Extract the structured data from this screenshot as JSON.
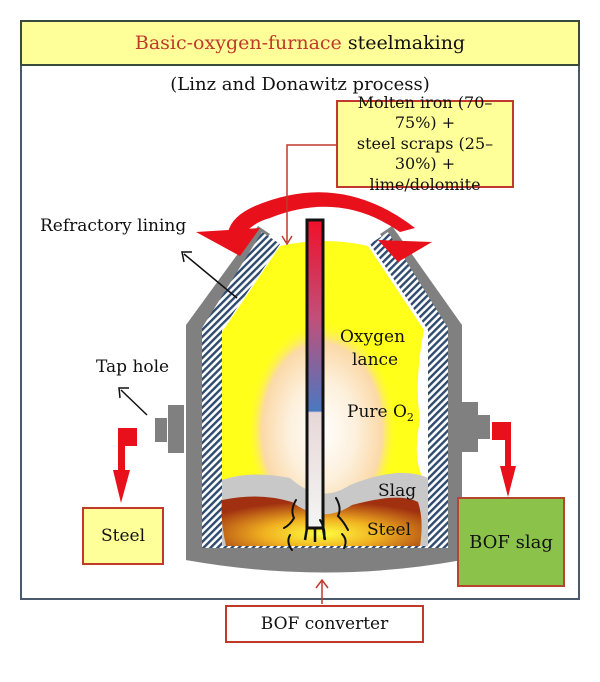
{
  "title": {
    "accent": "Basic-oxygen-furnace",
    "rest": "steelmaking"
  },
  "subtitle": "(Linz and Donawitz process)",
  "inputs": {
    "lines": [
      "Molten iron (70–75%) +",
      "steel scraps (25–30%) +",
      "lime/dolomite"
    ]
  },
  "labels": {
    "refractory_lining": "Refractory lining",
    "tap_hole": "Tap hole",
    "oxygen_lance_1": "Oxygen",
    "oxygen_lance_2": "lance",
    "pure_o2": "Pure O",
    "pure_o2_sub": "2",
    "slag": "Slag",
    "steel_inside": "Steel"
  },
  "outputs": {
    "steel": "Steel",
    "bof_slag": "BOF slag",
    "converter": "BOF converter"
  },
  "colors": {
    "title_bg": "#ffff99",
    "accent_red": "#c0392b",
    "arrow_red": "#e8101a",
    "shell_gray": "#808080",
    "yellow_fill": "#ffff1a",
    "slag_green": "#8bc34a"
  }
}
